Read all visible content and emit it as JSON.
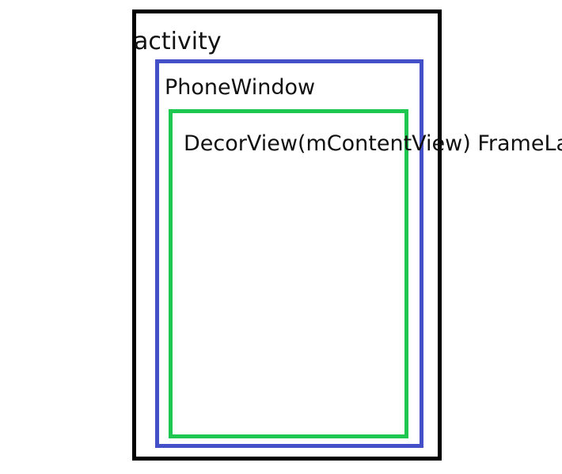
{
  "colors": {
    "activity_border": "#000000",
    "phone_window_border": "#4350c8",
    "decor_view_border": "#1ec850"
  },
  "labels": {
    "activity": "activity",
    "phone_window": "PhoneWindow",
    "decor_view": "DecorView(mContentView) FrameLay"
  }
}
